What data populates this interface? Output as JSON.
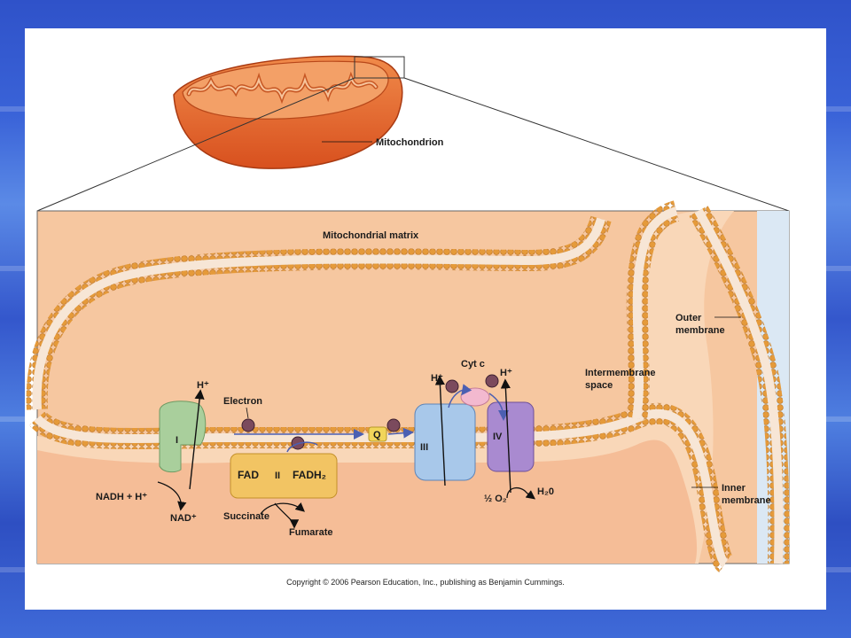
{
  "labels": {
    "mitochondrion": "Mitochondrion",
    "matrix": "Mitochondrial matrix",
    "outer_membrane_1": "Outer",
    "outer_membrane_2": "membrane",
    "intermembrane_1": "Intermembrane",
    "intermembrane_2": "space",
    "inner_membrane_1": "Inner",
    "inner_membrane_2": "membrane",
    "electron": "Electron",
    "cyt_c": "Cyt c",
    "h_plus_1": "H⁺",
    "h_plus_2": "H⁺",
    "h_plus_3": "H⁺",
    "complex_1": "I",
    "complex_2": "II",
    "complex_3": "III",
    "complex_4": "IV",
    "q": "Q",
    "fad": "FAD",
    "fadh2": "FADH₂",
    "nadh": "NADH + H⁺",
    "nad": "NAD⁺",
    "succinate": "Succinate",
    "fumarate": "Fumarate",
    "half_o2": "½ O₂",
    "h2o": "H₂0"
  },
  "copyright": "Copyright © 2006 Pearson Education, Inc., publishing as Benjamin Cummings.",
  "colors": {
    "background_blue": "#3a63d8",
    "matrix": "#f6c7a0",
    "membrane_bead": "#e59a3a",
    "complex_1": "#a9cf9c",
    "complex_2": "#f2c463",
    "complex_3": "#a8c8ea",
    "complex_4": "#a98ad0",
    "cyt_c": "#f3b9cf",
    "mitochondrion": "#e9652c"
  }
}
